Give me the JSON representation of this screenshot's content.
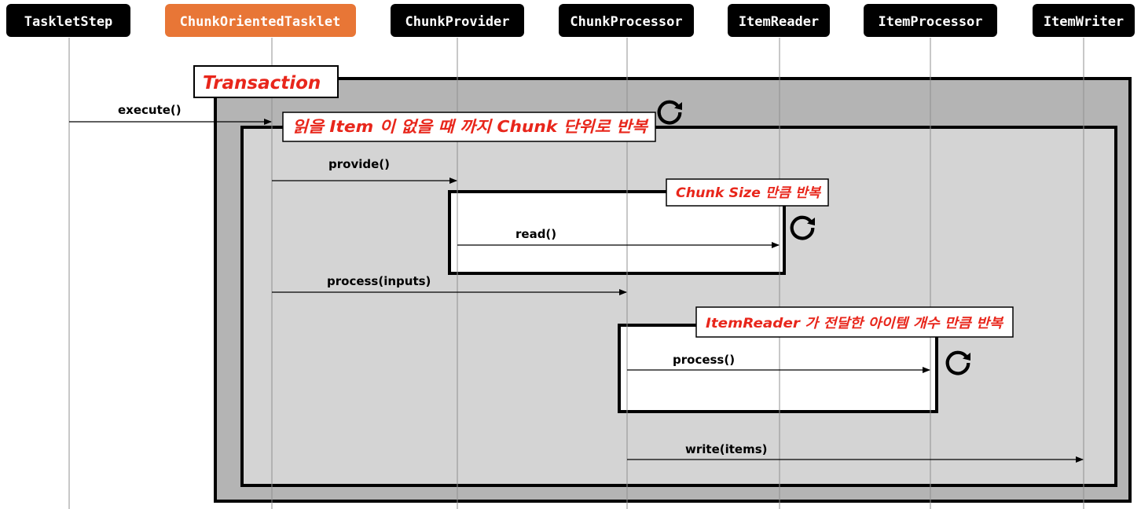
{
  "participants": [
    {
      "id": "p1",
      "label": "TaskletStep",
      "highlight": false
    },
    {
      "id": "p2",
      "label": "ChunkOrientedTasklet",
      "highlight": true
    },
    {
      "id": "p3",
      "label": "ChunkProvider",
      "highlight": false
    },
    {
      "id": "p4",
      "label": "ChunkProcessor",
      "highlight": false
    },
    {
      "id": "p5",
      "label": "ItemReader",
      "highlight": false
    },
    {
      "id": "p6",
      "label": "ItemProcessor",
      "highlight": false
    },
    {
      "id": "p7",
      "label": "ItemWriter",
      "highlight": false
    }
  ],
  "messages": [
    {
      "id": "m1",
      "from": "TaskletStep",
      "to": "ChunkOrientedTasklet",
      "label": "execute()"
    },
    {
      "id": "m2",
      "from": "ChunkOrientedTasklet",
      "to": "ChunkProvider",
      "label": "provide()"
    },
    {
      "id": "m3",
      "from": "ChunkProvider",
      "to": "ItemReader",
      "label": "read()"
    },
    {
      "id": "m4",
      "from": "ChunkOrientedTasklet",
      "to": "ChunkProcessor",
      "label": "process(inputs)"
    },
    {
      "id": "m5",
      "from": "ChunkProcessor",
      "to": "ItemProcessor",
      "label": "process()"
    },
    {
      "id": "m6",
      "from": "ChunkProcessor",
      "to": "ItemWriter",
      "label": "write(items)"
    }
  ],
  "frames": {
    "transaction": "Transaction",
    "chunk_loop": "읽을 Item 이 없을 때 까지 Chunk 단위로 반복",
    "read_loop": "Chunk Size 만큼 반복",
    "process_loop": "ItemReader 가 전달한 아이템 개수 만큼 반복"
  },
  "icons": {
    "loop": "repeat-icon"
  },
  "colors": {
    "participant_bg": "#000000",
    "participant_highlight": "#e87636",
    "participant_text": "#ffffff",
    "label_red": "#e8261b",
    "transaction_fill": "#b4b4b4",
    "loop_fill": "#d4d4d4",
    "lifeline": "#909090"
  }
}
